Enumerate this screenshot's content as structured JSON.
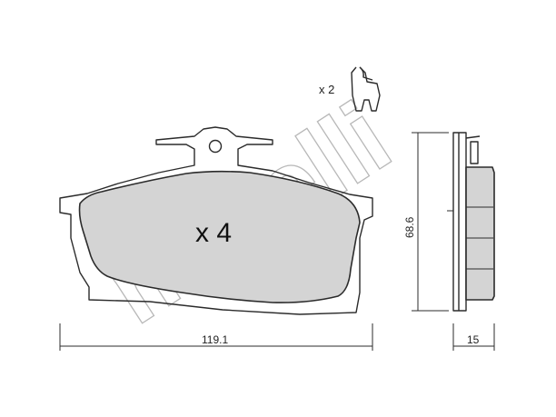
{
  "watermark": {
    "text": "metelli"
  },
  "pad": {
    "quantity_label": "x 4"
  },
  "clip": {
    "quantity_label": "x 2"
  },
  "dimensions": {
    "width": "119.1",
    "height": "68.6",
    "thickness": "15"
  },
  "colors": {
    "friction_fill": "#d4d4d4",
    "outline": "#2b2b2b",
    "watermark": "#b8b8b8"
  }
}
